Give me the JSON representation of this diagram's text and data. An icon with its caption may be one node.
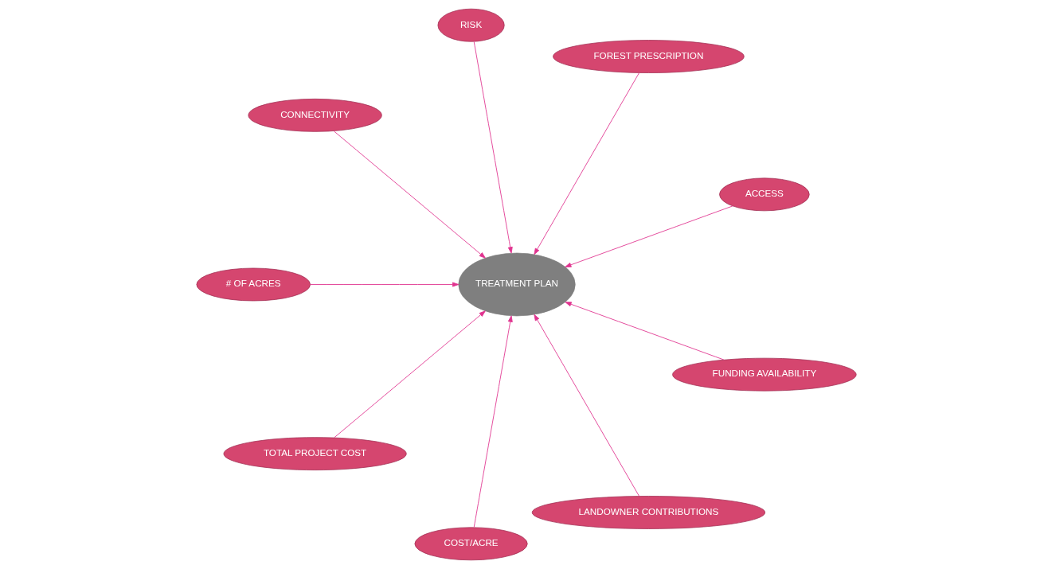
{
  "diagram": {
    "nodes": [
      {
        "text": [
          "ACCESS"
        ]
      },
      {
        "text": [
          "FOREST PRESCRIPTION"
        ]
      },
      {
        "text": [
          "RISK"
        ]
      },
      {
        "text": [
          "CONNECTIVITY"
        ]
      },
      {
        "text": [
          "TREATMENT PLAN"
        ]
      },
      {
        "text": [
          "# OF ACRES"
        ]
      },
      {
        "text": [
          "TOTAL PROJECT COST"
        ]
      },
      {
        "text": [
          "COST/ACRE"
        ]
      },
      {
        "text": [
          "LANDOWNER CONTRIBUTIONS"
        ]
      },
      {
        "text": [
          "FUNDING AVAILABILITY"
        ]
      }
    ],
    "edges": [
      {
        "from": 0,
        "to": 4,
        "arrow": "to"
      },
      {
        "from": 1,
        "to": 4,
        "arrow": "to"
      },
      {
        "from": 2,
        "to": 4,
        "arrow": "to"
      },
      {
        "from": 3,
        "to": 4,
        "arrow": "to"
      },
      {
        "from": 5,
        "to": 4,
        "arrow": "to"
      },
      {
        "from": 6,
        "to": 4,
        "arrow": "to"
      },
      {
        "from": 7,
        "to": 4,
        "arrow": "to"
      },
      {
        "from": 8,
        "to": 4,
        "arrow": "to"
      },
      {
        "from": 9,
        "to": 4,
        "arrow": "to"
      }
    ]
  }
}
